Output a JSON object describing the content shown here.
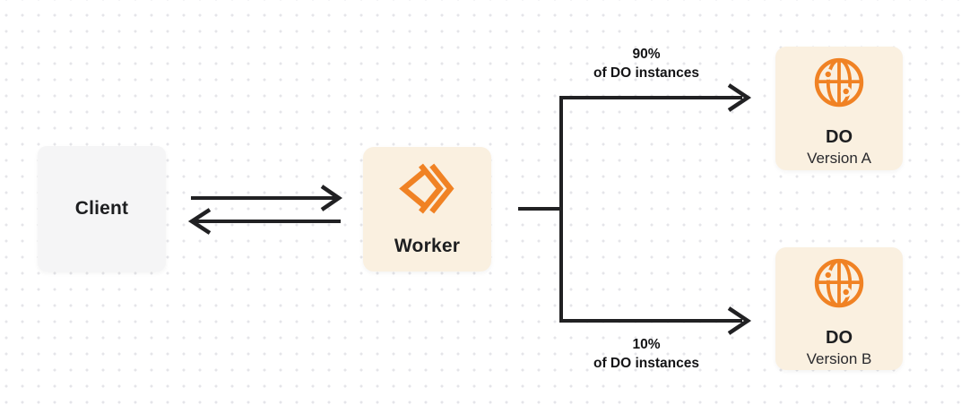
{
  "nodes": {
    "client": {
      "label": "Client"
    },
    "worker": {
      "label": "Worker"
    },
    "do_version_a": {
      "title": "DO",
      "subtitle": "Version A"
    },
    "do_version_b": {
      "title": "DO",
      "subtitle": "Version B"
    }
  },
  "edge_labels": {
    "to_version_a": {
      "percent": "90%",
      "caption": "of DO instances"
    },
    "to_version_b": {
      "percent": "10%",
      "caption": "of DO instances"
    }
  },
  "icons": {
    "worker_icon": "cloudflare-workers-chevrons-icon",
    "durable_object_icon": "globe-with-nodes-icon"
  },
  "colors": {
    "accent_orange": "#F08224",
    "cream_panel": "#FAF0E0",
    "gray_panel": "#F5F5F6",
    "connector_dark": "#212123",
    "text_dark": "#1D1E20",
    "dot_grid": "#E5E5E9",
    "background": "#FFFFFF"
  }
}
